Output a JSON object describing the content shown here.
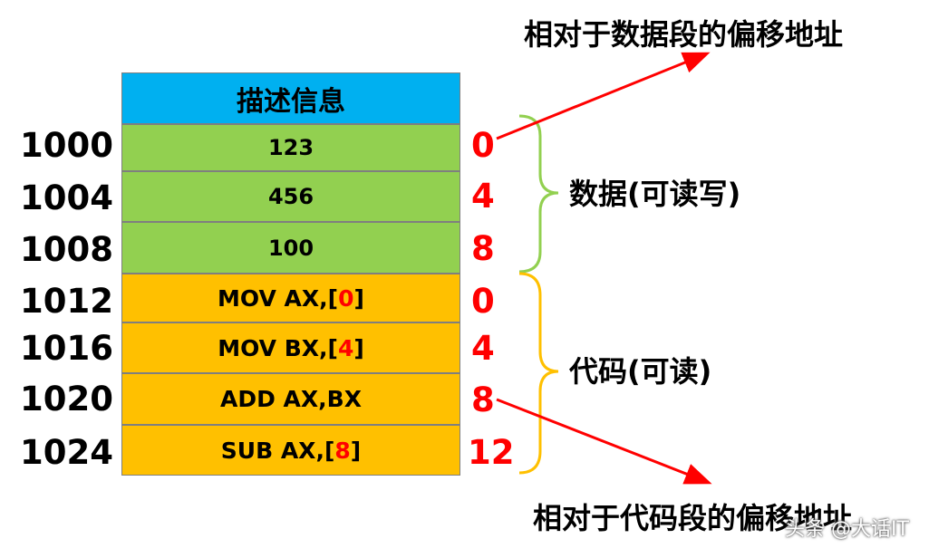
{
  "header": {
    "label": "描述信息"
  },
  "rows": [
    {
      "addr": "1000",
      "text": "123",
      "offset": "0"
    },
    {
      "addr": "1004",
      "text": "456",
      "offset": "4"
    },
    {
      "addr": "1008",
      "text": "100",
      "offset": "8"
    },
    {
      "addr": "1012",
      "pre": "MOV AX,[",
      "hl": "0",
      "post": "]",
      "offset": "0"
    },
    {
      "addr": "1016",
      "pre": "MOV BX,[",
      "hl": "4",
      "post": "]",
      "offset": "4"
    },
    {
      "addr": "1020",
      "text": "ADD AX,BX",
      "offset": "8"
    },
    {
      "addr": "1024",
      "pre": "SUB AX,[",
      "hl": "8",
      "post": "]",
      "offset": "12"
    }
  ],
  "labels": {
    "data_offset": "相对于数据段的偏移地址",
    "data_segment": "数据(可读写)",
    "code_segment": "代码(可读)",
    "code_offset": "相对于代码段的偏移地址",
    "watermark": "头条 @大话IT"
  },
  "colors": {
    "header": "#00b0f0",
    "data": "#92d050",
    "code": "#ffc000",
    "offset_text": "#ff0000",
    "arrow": "#ff0000",
    "data_brace": "#92d050",
    "code_brace": "#ffc000"
  }
}
